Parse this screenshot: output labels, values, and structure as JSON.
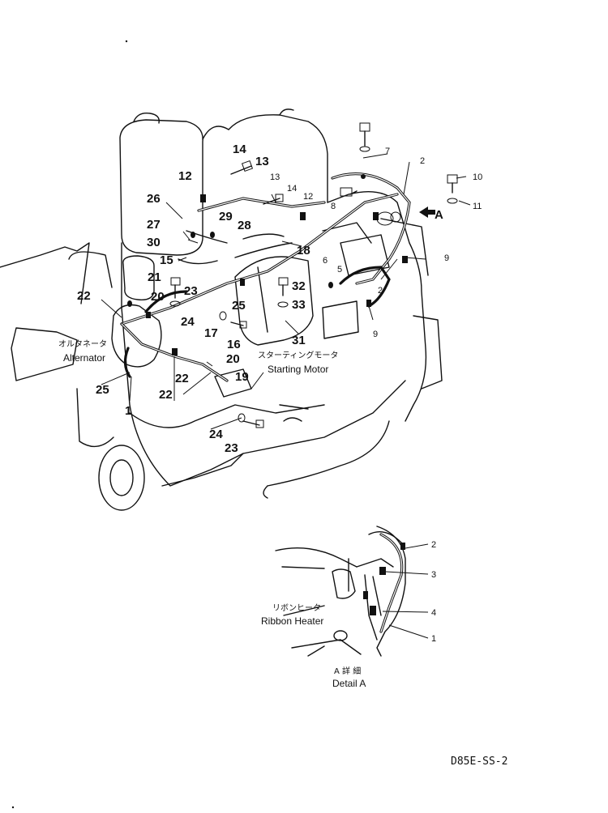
{
  "labels": {
    "l1": "1",
    "l2": "2",
    "l5": "5",
    "l6": "6",
    "l7": "7",
    "l8": "8",
    "l9": "9",
    "l10": "10",
    "l11": "11",
    "l12": "12",
    "l13": "13",
    "l14": "14",
    "l15": "15",
    "l16": "16",
    "l17": "17",
    "l18": "18",
    "l19": "19",
    "l20": "20",
    "l21": "21",
    "l22": "22",
    "l23": "23",
    "l24": "24",
    "l25": "25",
    "l26": "26",
    "l27": "27",
    "l28": "28",
    "l29": "29",
    "l30": "30",
    "l31": "31",
    "l32": "32",
    "l33": "33",
    "view_a": "A",
    "d1": "1",
    "d2": "2",
    "d3": "3",
    "d4": "4"
  },
  "captions": {
    "alternator_jp": "オルタネータ",
    "alternator": "Alternator",
    "starting_motor_jp": "スターティングモータ",
    "starting_motor": "Starting Motor",
    "ribbon_heater_jp": "リボンヒータ",
    "ribbon_heater": "Ribbon Heater",
    "detail_a_jp": "A 詳 細",
    "detail_a": "Detail A"
  },
  "drawing_code": "D85E-SS-2",
  "colors": {
    "ink": "#111111",
    "paper": "#ffffff"
  }
}
